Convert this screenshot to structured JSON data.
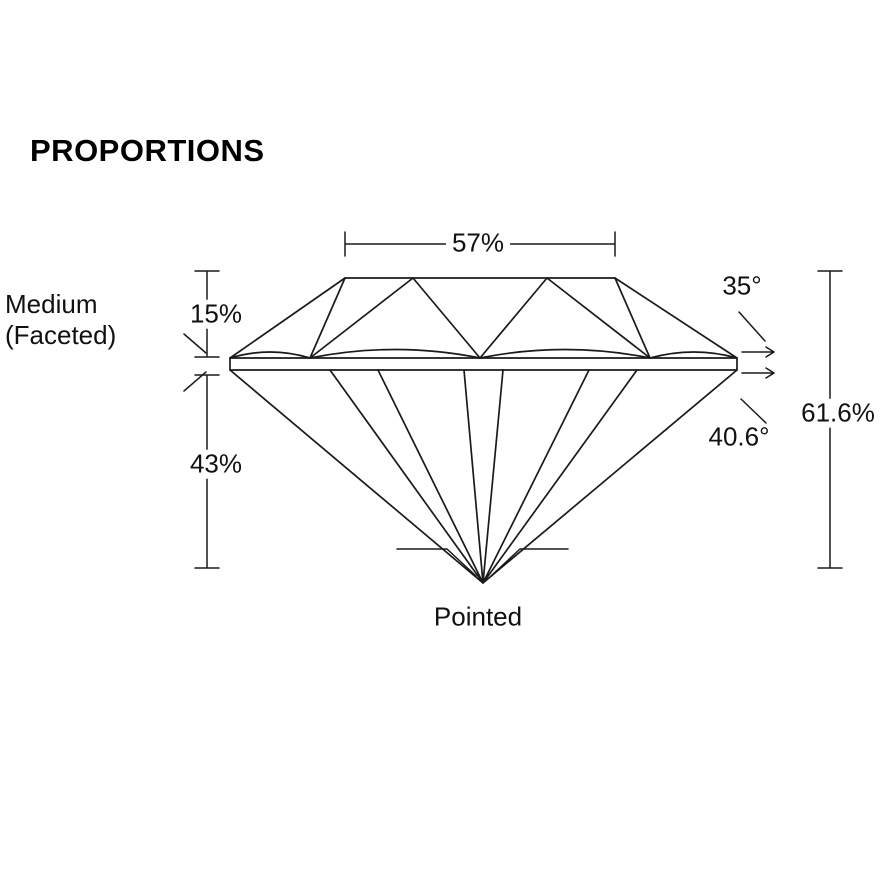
{
  "title": "PROPORTIONS",
  "measurements": {
    "table_pct": "57%",
    "crown_height_pct": "15%",
    "pavilion_depth_pct": "43%",
    "crown_angle_deg": "35°",
    "pavilion_angle_deg": "40.6°",
    "total_depth_pct": "61.6%",
    "girdle_line1": "Medium",
    "girdle_line2": "(Faceted)",
    "culet": "Pointed"
  },
  "colors": {
    "line": "#1a1a1a",
    "text": "#111111",
    "background": "#ffffff"
  }
}
